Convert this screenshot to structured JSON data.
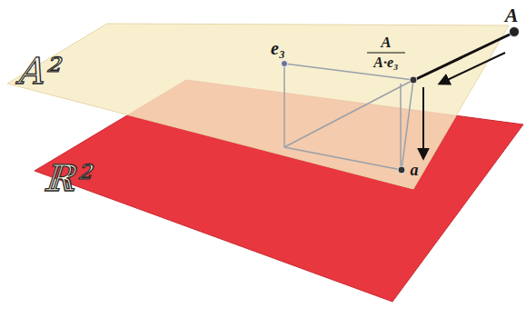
{
  "diagram": {
    "nodes": [
      {
        "text": [
          "A²"
        ]
      },
      {
        "text": [
          "ℝ²"
        ]
      }
    ],
    "labels": [
      "e₃",
      "A",
      "A·e₃",
      "A",
      "a"
    ]
  }
}
